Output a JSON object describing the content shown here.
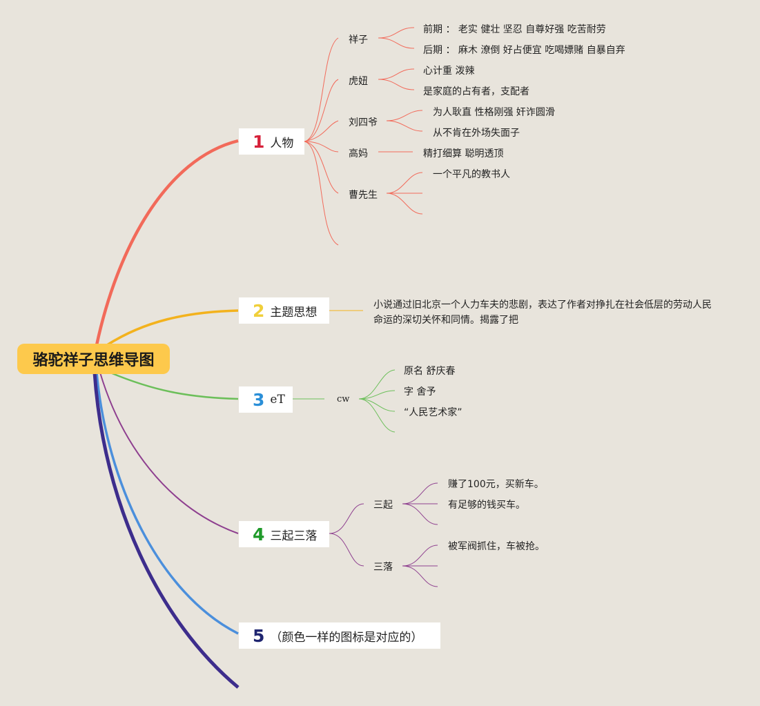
{
  "root": {
    "title": "骆驼祥子思维导图"
  },
  "colors": {
    "people": "#f26a5a",
    "theme": "#f3b21d",
    "author": "#6cbf5a",
    "rise_fall": "#8e3f8f",
    "note_blue": "#4b8fdc",
    "note_navy": "#3d2d8c"
  },
  "branches": [
    {
      "id": "people",
      "number": "1",
      "label": "人物",
      "number_color": "#d6213a"
    },
    {
      "id": "theme",
      "number": "2",
      "label": "主题思想",
      "number_color": "#f0cf3a"
    },
    {
      "id": "author",
      "number": "3",
      "label": "eT",
      "number_color": "#2a8fd8"
    },
    {
      "id": "rise_fall",
      "number": "4",
      "label": "三起三落",
      "number_color": "#1f9a2a"
    },
    {
      "id": "note",
      "number": "5",
      "label": "（颜色一样的图标是对应的）",
      "number_color": "#1f2570"
    }
  ],
  "people": {
    "xiangzi": {
      "name": "祥子",
      "items": [
        "前期 ： 老实 健壮 坚忍 自尊好强 吃苦耐劳",
        "后期 ： 麻木 潦倒 好占便宜 吃喝嫖赌 自暴自弃"
      ]
    },
    "huniu": {
      "name": "虎妞",
      "items": [
        "心计重 泼辣",
        "是家庭的占有者，支配者"
      ]
    },
    "liusiye": {
      "name": "刘四爷",
      "items": [
        "为人耿直 性格刚强 奸诈圆滑",
        "从不肯在外场失面子"
      ]
    },
    "gaoma": {
      "name": "高妈",
      "items": [
        "精打细算 聪明透顶"
      ]
    },
    "cao": {
      "name": "曹先生",
      "items": [
        "一个平凡的教书人"
      ]
    }
  },
  "theme": {
    "text": "小说通过旧北京一个人力车夫的悲剧，表达了作者对挣扎在社会低层的劳动人民命运的深切关怀和同情。揭露了把"
  },
  "author": {
    "sub": "cw",
    "items": [
      "原名 舒庆春",
      "字 舍予",
      "“人民艺术家”"
    ]
  },
  "rise_fall": {
    "rise": {
      "name": "三起",
      "items": [
        "赚了100元，买新车。",
        "有足够的钱买车。"
      ]
    },
    "fall": {
      "name": "三落",
      "items": [
        "被军阀抓住，车被抢。"
      ]
    }
  }
}
